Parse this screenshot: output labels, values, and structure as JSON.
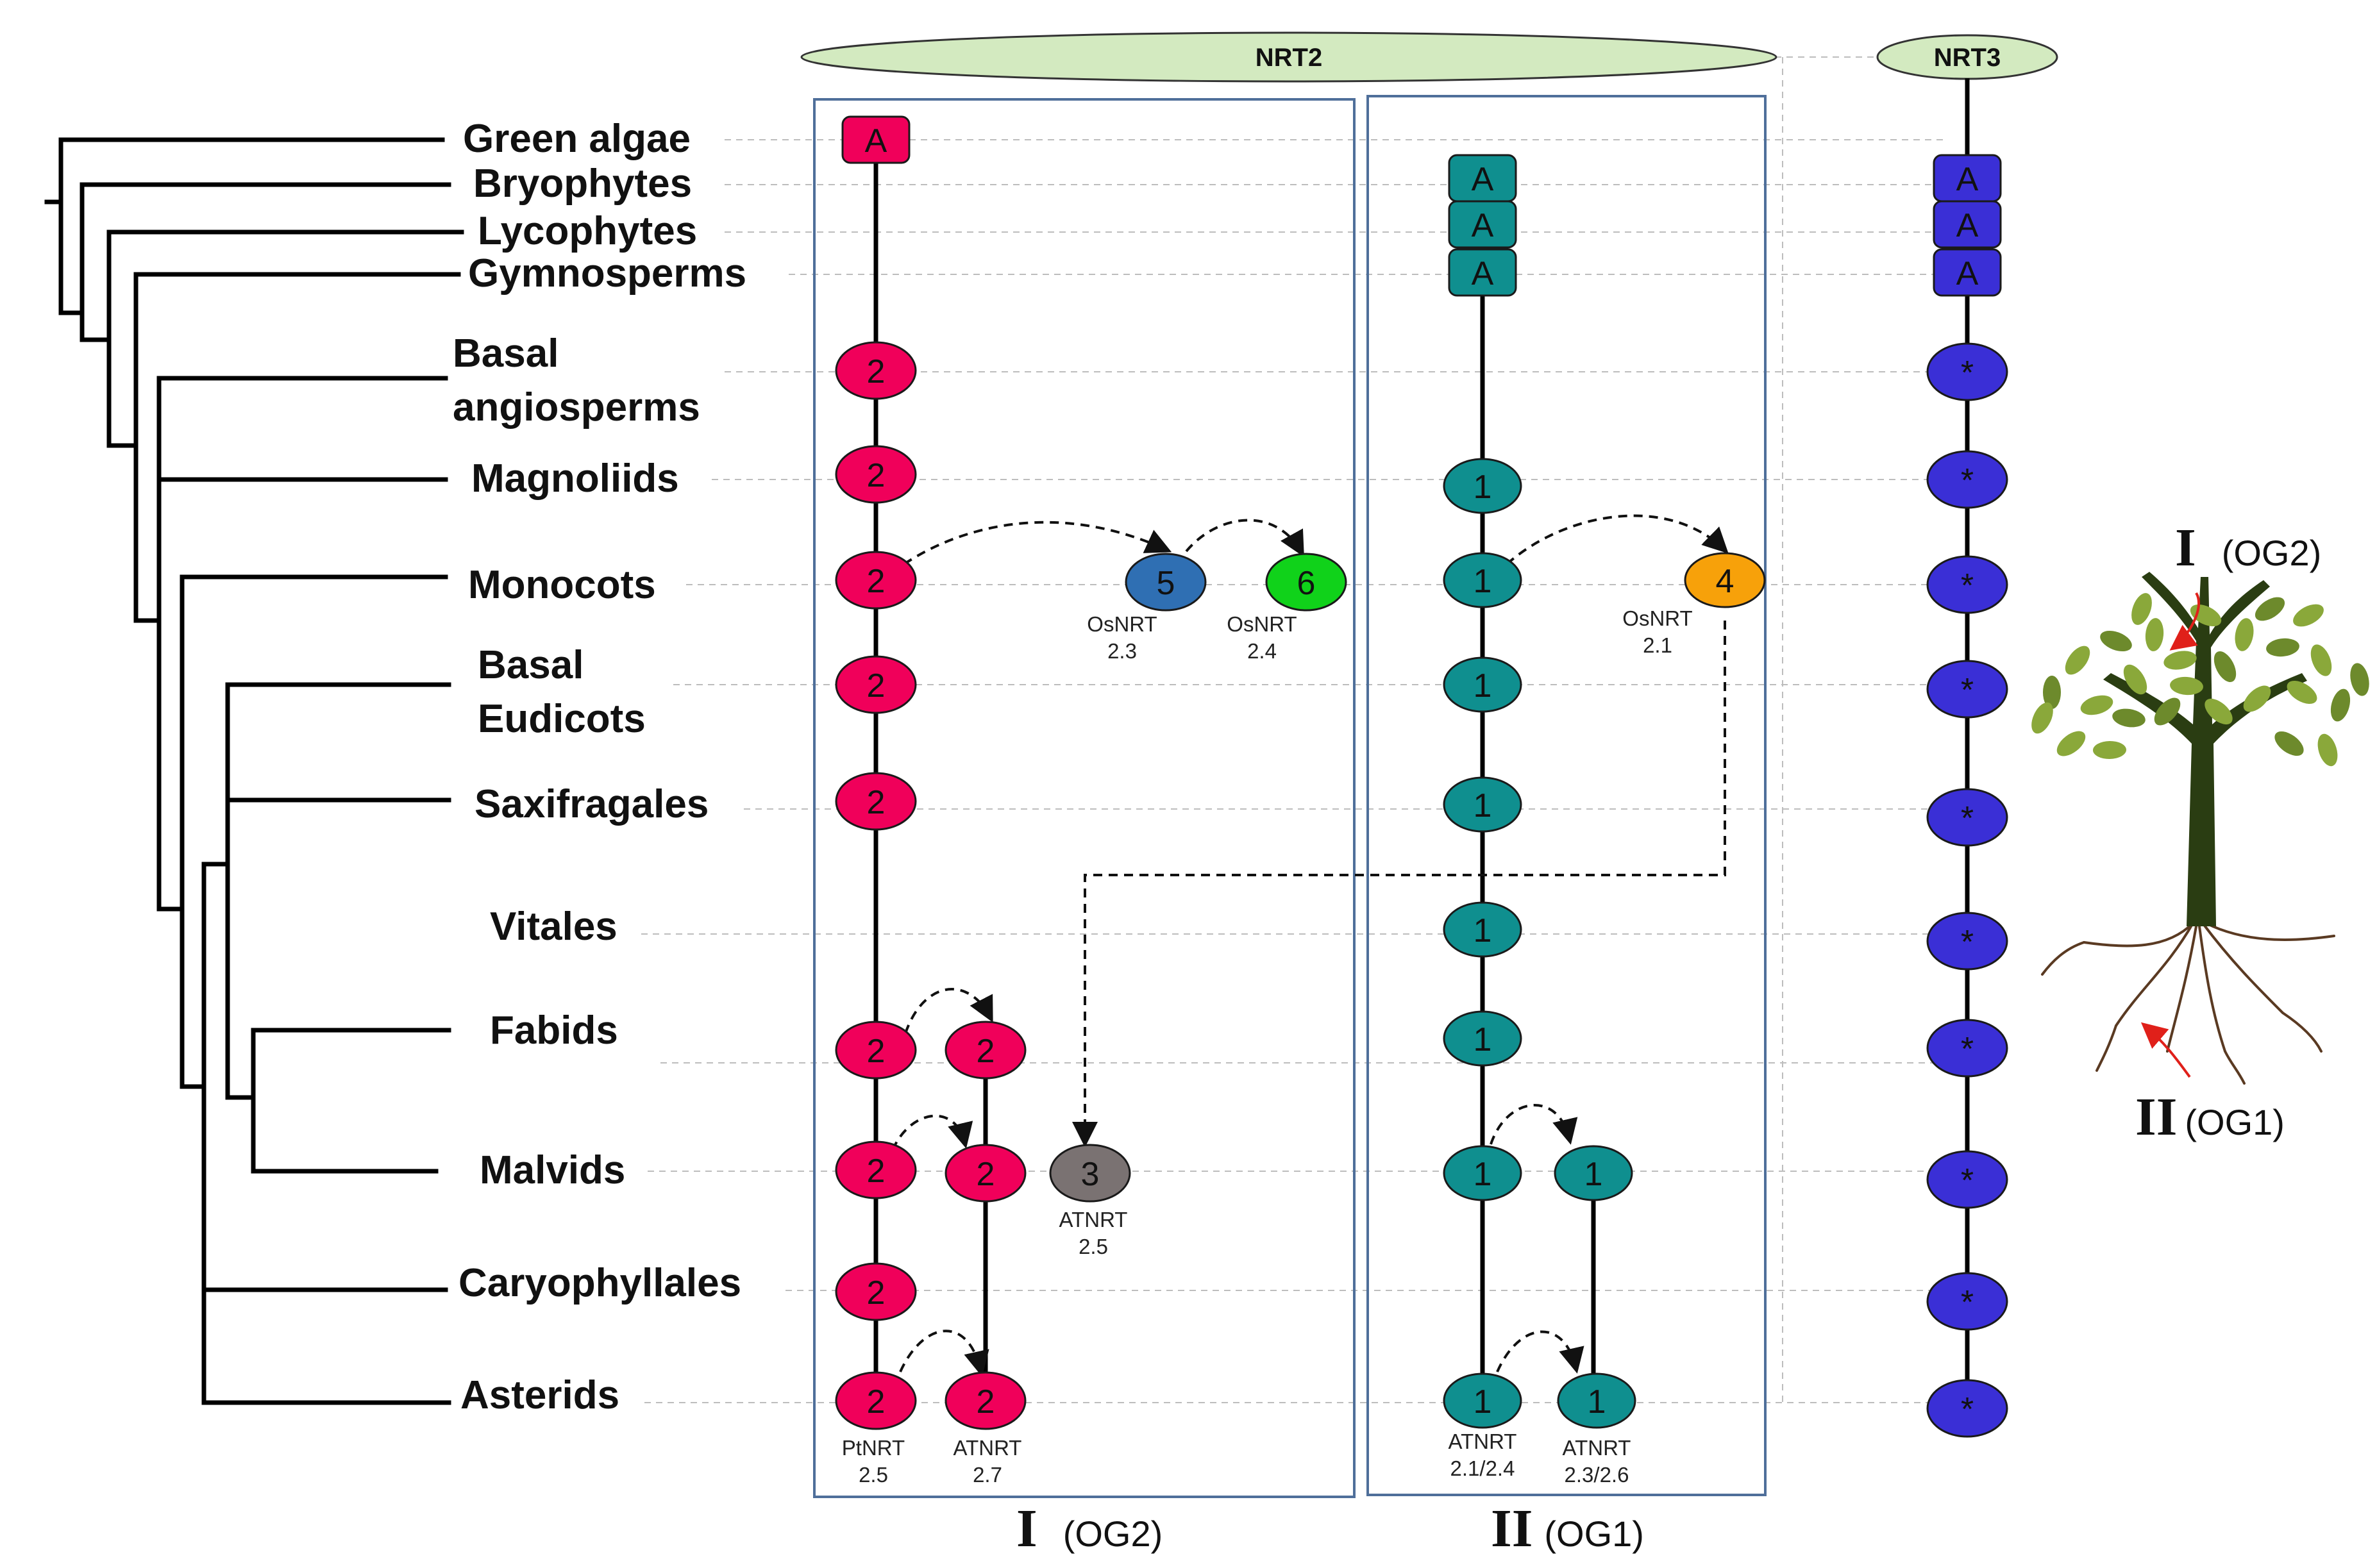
{
  "colors": {
    "og2_node": "#f0005a",
    "og1_node": "#0f8f8f",
    "nrt3_node": "#3a2fd6",
    "osnrt23": "#2f6fb3",
    "osnrt24": "#10d21a",
    "osnrt21": "#f7a10a",
    "atnrt25": "#7a7272",
    "header_fill": "#d3eac0",
    "panel_border": "#4f6f9a",
    "arrow_red": "#e0201a",
    "tree_trunk": "#2a3d12",
    "tree_leaves": "#8aa83a"
  },
  "headers": {
    "nrt2": "NRT2",
    "nrt3": "NRT3"
  },
  "taxa": [
    "Green algae",
    "Bryophytes",
    "Lycophytes",
    "Gymnosperms",
    "Basal angiosperms",
    "Magnoliids",
    "Monocots",
    "Basal Eudicots",
    "Saxifragales",
    "Vitales",
    "Fabids",
    "Malvids",
    "Caryophyllales",
    "Asterids"
  ],
  "node_labels": {
    "ancestral": "A",
    "og2": "2",
    "og1": "1",
    "nrt3": "*",
    "n3": "3",
    "n4": "4",
    "n5": "5",
    "n6": "6"
  },
  "gene_labels": {
    "osnrt23": [
      "OsNRT",
      "2.3"
    ],
    "osnrt24": [
      "OsNRT",
      "2.4"
    ],
    "osnrt21": [
      "OsNRT",
      "2.1"
    ],
    "atnrt25": [
      "ATNRT",
      "2.5"
    ],
    "ptnrt25": [
      "PtNRT",
      "2.5"
    ],
    "atnrt27": [
      "ATNRT",
      "2.7"
    ],
    "atnrt2124": [
      "ATNRT",
      "2.1/2.4"
    ],
    "atnrt2326": [
      "ATNRT",
      "2.3/2.6"
    ]
  },
  "groups": {
    "og2": {
      "roman": "I",
      "label": "(OG2)"
    },
    "og1": {
      "roman": "II",
      "label": "(OG1)"
    }
  },
  "tree_graphic": {
    "top": {
      "roman": "I",
      "label": "(OG2)"
    },
    "bottom": {
      "roman": "II",
      "label": "(OG1)"
    }
  }
}
